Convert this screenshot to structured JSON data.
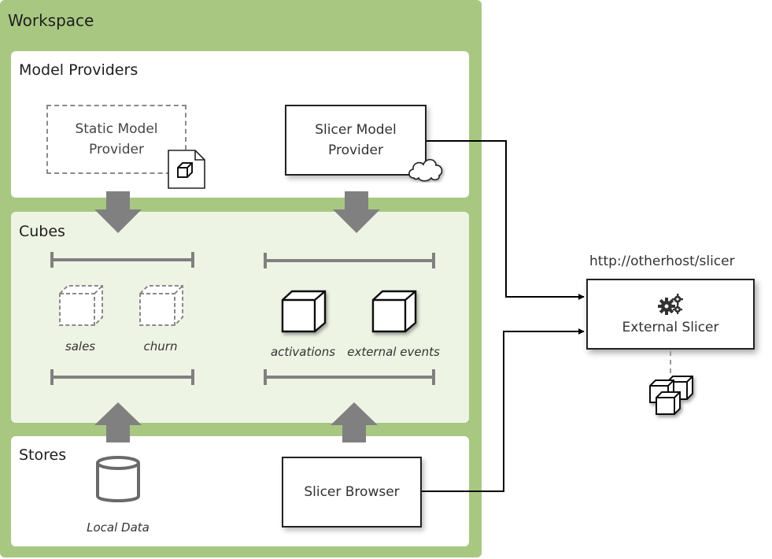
{
  "workspace": {
    "title": "Workspace"
  },
  "model_providers": {
    "title": "Model Providers",
    "static": "Static Model Provider",
    "slicer": "Slicer Model Provider"
  },
  "cubes": {
    "title": "Cubes",
    "left_group": [
      "sales",
      "churn"
    ],
    "right_group": [
      "activations",
      "external events"
    ]
  },
  "stores": {
    "title": "Stores",
    "local": "Local Data",
    "browser": "Slicer Browser"
  },
  "external": {
    "url": "http://otherhost/slicer",
    "label": "External Slicer"
  },
  "icons": {
    "static_provider": "file-cube-icon",
    "slicer_provider": "cloud-icon",
    "local_data": "database-icon",
    "external_slicer": "gears-icon",
    "external_cubes": "cubes-icon",
    "cube": "cube-icon"
  },
  "colors": {
    "workspace_bg": "#a8c882",
    "cubes_bg": "#eef4e4",
    "arrow": "#808080",
    "connector": "#000000"
  }
}
